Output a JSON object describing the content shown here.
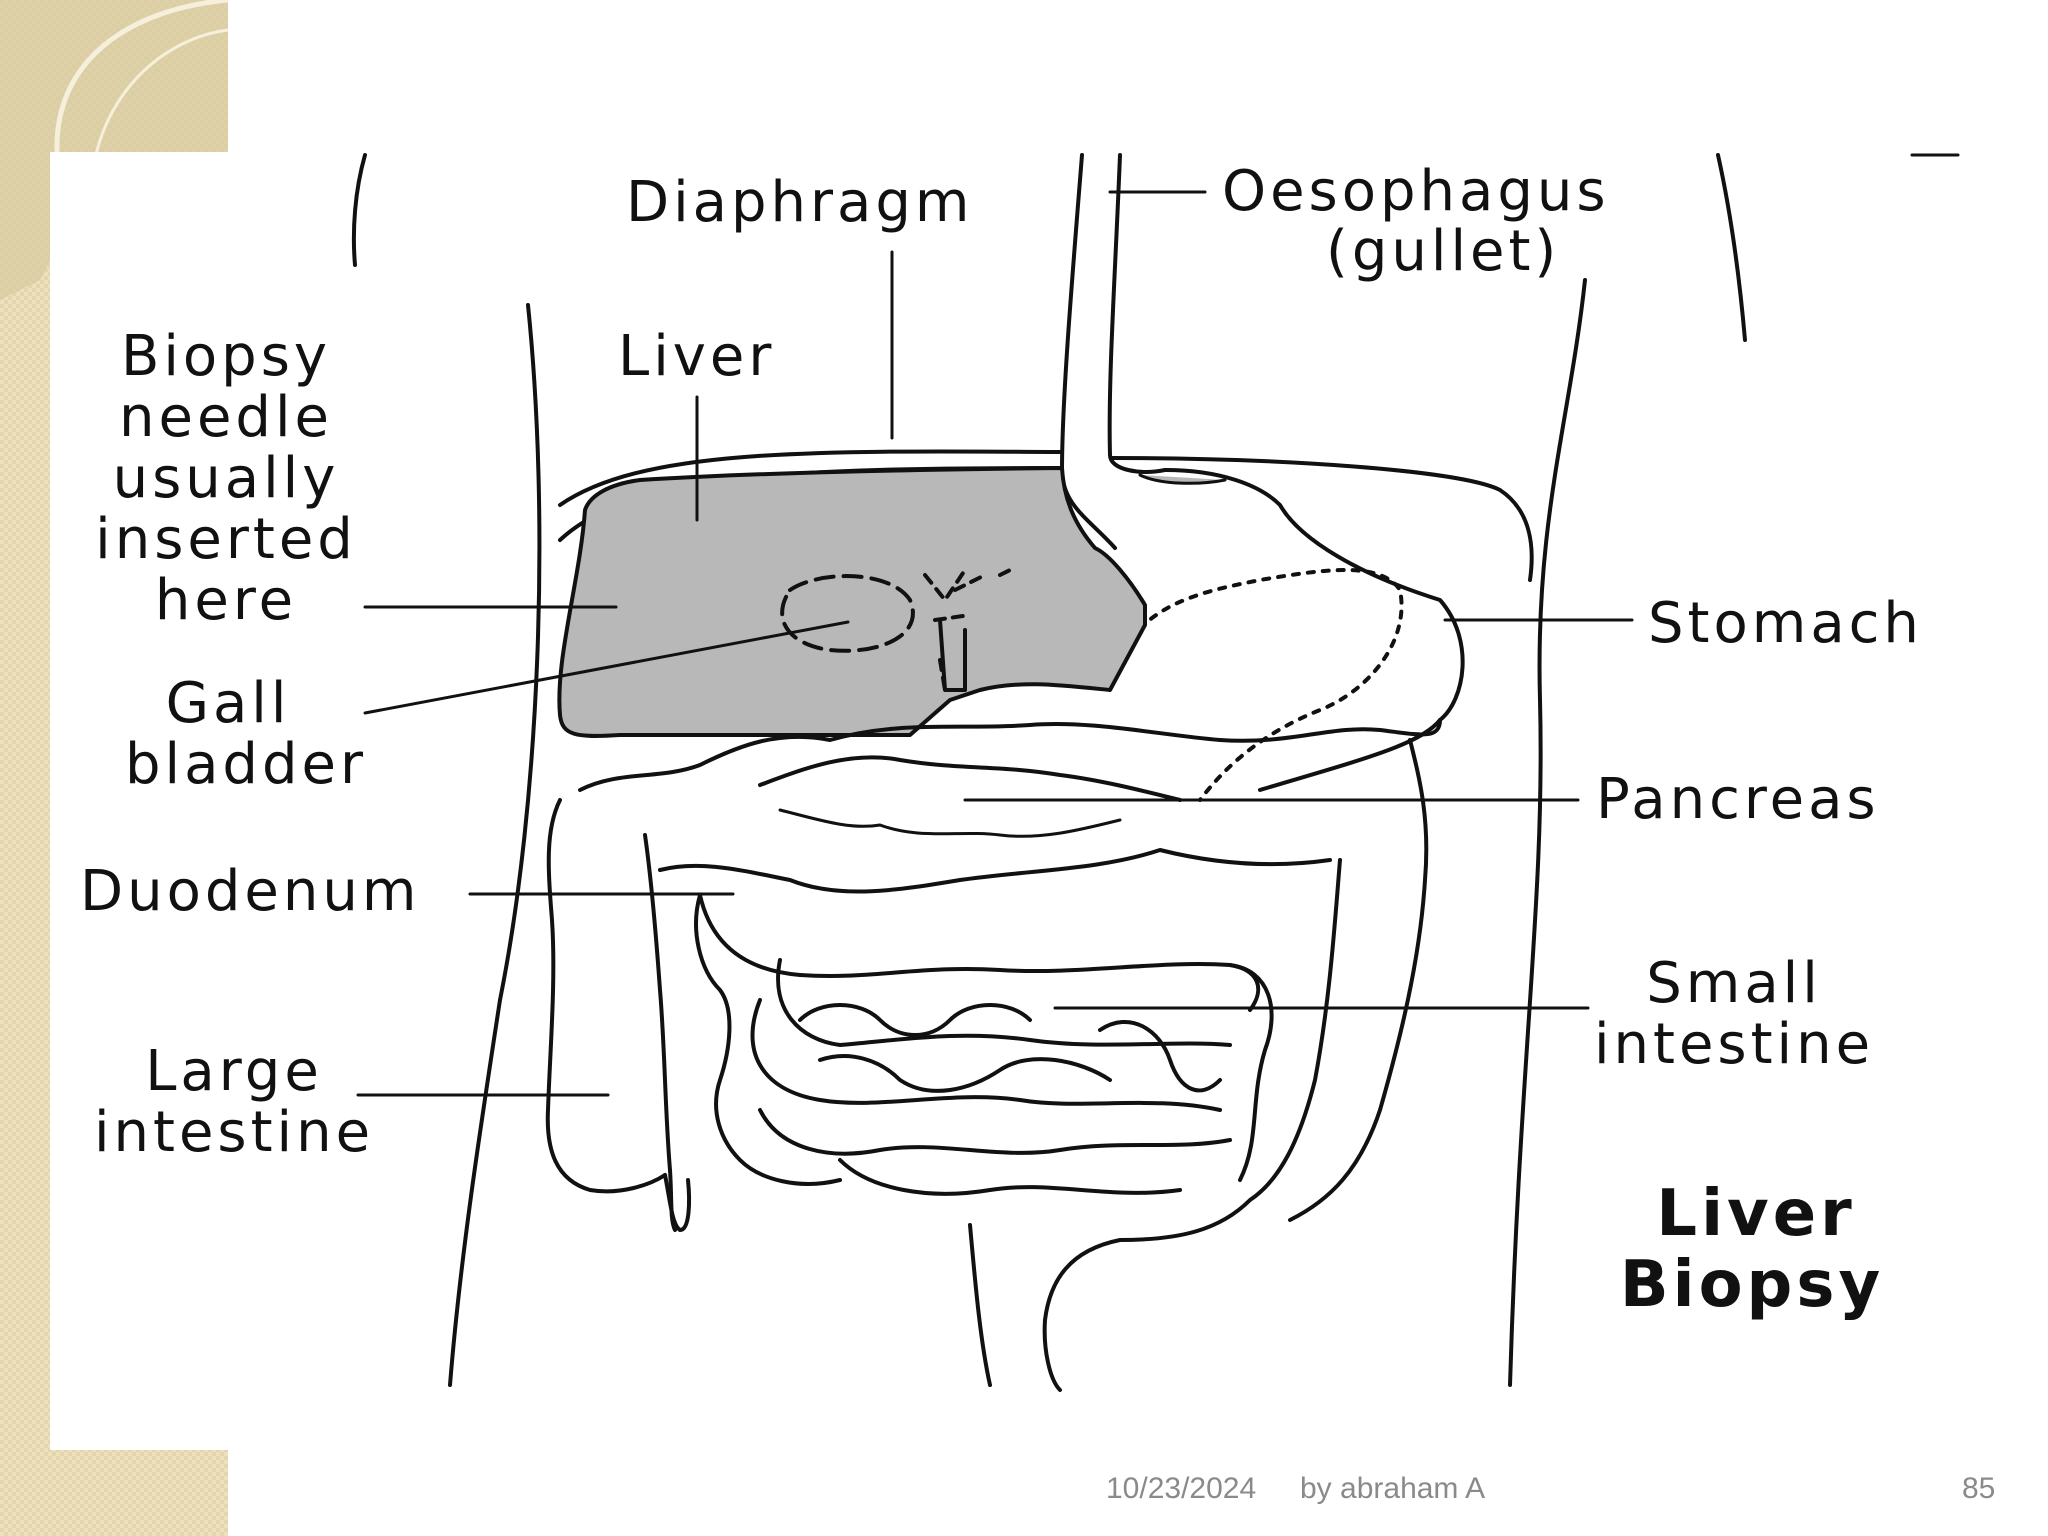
{
  "colors": {
    "sidebar": "#ece0bd",
    "sidebar_pattern": "#e2d3a8",
    "ornament": "#d9caa0",
    "ornament_light": "#f6efdc",
    "liver_fill": "#b8b8b8",
    "ink": "#111111",
    "footer_text": "#8a8a8a"
  },
  "diagram": {
    "labels": {
      "diaphragm": "Diaphragm",
      "oesophagus_1": "Oesophagus",
      "oesophagus_2": "(gullet)",
      "biopsy_1": "Biopsy",
      "biopsy_2": "needle",
      "biopsy_3": "usually",
      "biopsy_4": "inserted",
      "biopsy_5": "here",
      "liver": "Liver",
      "gall_1": "Gall",
      "gall_2": "bladder",
      "stomach": "Stomach",
      "pancreas": "Pancreas",
      "duodenum": "Duodenum",
      "small_1": "Small",
      "small_2": "intestine",
      "large_1": "Large",
      "large_2": "intestine",
      "title_1": "Liver",
      "title_2": "Biopsy"
    }
  },
  "footer": {
    "date": "10/23/2024",
    "author": "by abraham A",
    "page": "85"
  }
}
